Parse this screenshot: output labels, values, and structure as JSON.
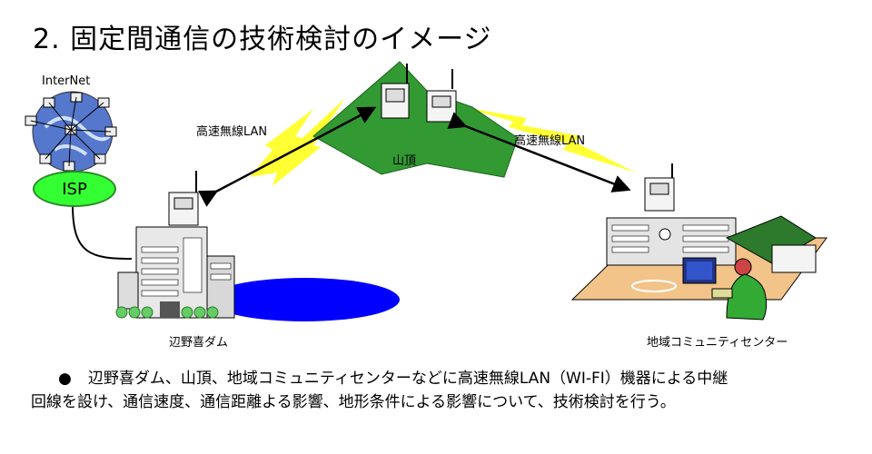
{
  "title": "2. 固定間通信の技術検討のイメージ",
  "labels": {
    "internet": "InterNet",
    "isp": "ISP",
    "lan_left": "高速無線LAN",
    "lan_right": "高速無線LAN",
    "mountain": "山頂",
    "dam": "辺野喜ダム",
    "center": "地域コミュニティセンター"
  },
  "note": {
    "bullet": "●",
    "line1": "辺野喜ダム、山頂、地域コミュニティセンターなどに高速無線LAN（WI-FI）機器による中継",
    "line2": "回線を設け、通信速度、通信距離よる影響、地形条件による影響について、技術検討を行う。"
  },
  "colors": {
    "mountain": "#339933",
    "lightning": "#ffff33",
    "isp": "#33ff33",
    "pond": "#0000ff",
    "globe": "#5577cc"
  }
}
